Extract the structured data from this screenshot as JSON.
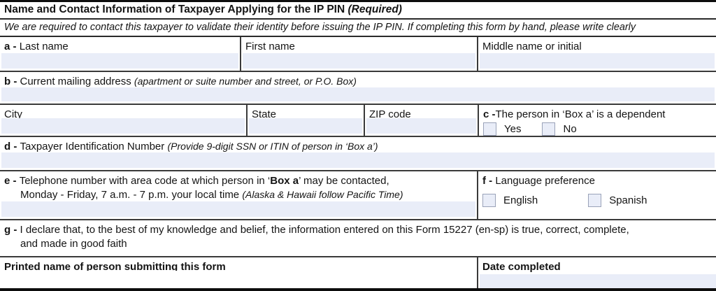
{
  "header": {
    "title": "Name and Contact Information of Taxpayer Applying for the IP PIN ",
    "required_note": "(Required)"
  },
  "instruction": "We are required to contact this taxpayer to validate their identity before issuing the IP PIN. If completing this form by hand, please write clearly",
  "fields": {
    "last_name": {
      "prefix": "a - ",
      "label": "Last name"
    },
    "first_name": {
      "label": "First name"
    },
    "middle_name": {
      "label": "Middle name or initial"
    },
    "mailing_address": {
      "prefix": "b - ",
      "label": "Current mailing address ",
      "note": "(apartment or suite number and street, or P.O. Box)"
    },
    "city": {
      "label": "City"
    },
    "state": {
      "label": "State"
    },
    "zip": {
      "label": "ZIP code"
    },
    "dependent": {
      "prefix": "c -",
      "label": "The person in ‘Box a’ is a dependent",
      "option_yes": "Yes",
      "option_no": "No"
    },
    "tin": {
      "prefix": "d - ",
      "label": "Taxpayer Identification Number ",
      "note": "(Provide 9-digit SSN or ITIN of person in ‘Box a’)"
    },
    "telephone": {
      "prefix": "e - ",
      "line1_a": "Telephone number with area code at which person in ‘",
      "line1_bold": "Box a",
      "line1_b": "’ may be contacted,",
      "line2": "Monday - Friday, 7 a.m. - 7 p.m. your local time ",
      "note": "(Alaska & Hawaii follow Pacific Time)"
    },
    "language": {
      "prefix": "f - ",
      "label": "Language preference",
      "option_english": "English",
      "option_spanish": "Spanish"
    },
    "declaration": {
      "prefix": "g - ",
      "line1": "I declare that, to the best of my knowledge and belief, the information entered on this Form 15227 (en-sp) is true, correct, complete,",
      "line2": "and made in good faith"
    },
    "printed_name": {
      "label": "Printed name of person submitting this form"
    },
    "date_completed": {
      "label": "Date completed"
    }
  },
  "colors": {
    "field_fill": "#e9edf8",
    "line": "#2a2a2a"
  }
}
